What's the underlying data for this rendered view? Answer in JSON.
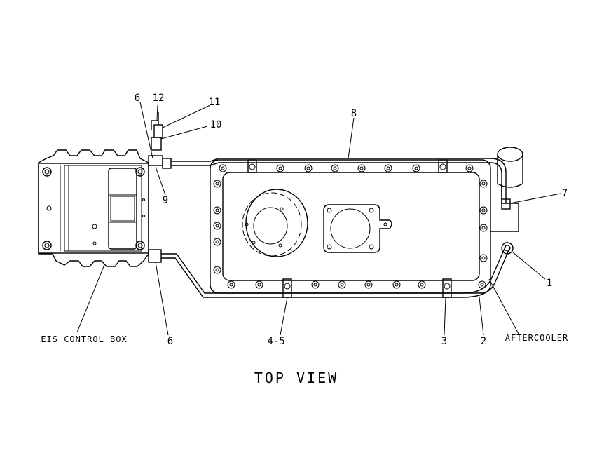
{
  "callouts": {
    "c1": "1",
    "c2": "2",
    "c3": "3",
    "c4_5": "4-5",
    "c6_top": "6",
    "c6_bottom": "6",
    "c7": "7",
    "c8": "8",
    "c9": "9",
    "c10": "10",
    "c11": "11",
    "c12": "12"
  },
  "labels": {
    "eis_control_box": "EIS CONTROL BOX",
    "aftercooler": "AFTERCOOLER"
  },
  "title": "TOP VIEW"
}
